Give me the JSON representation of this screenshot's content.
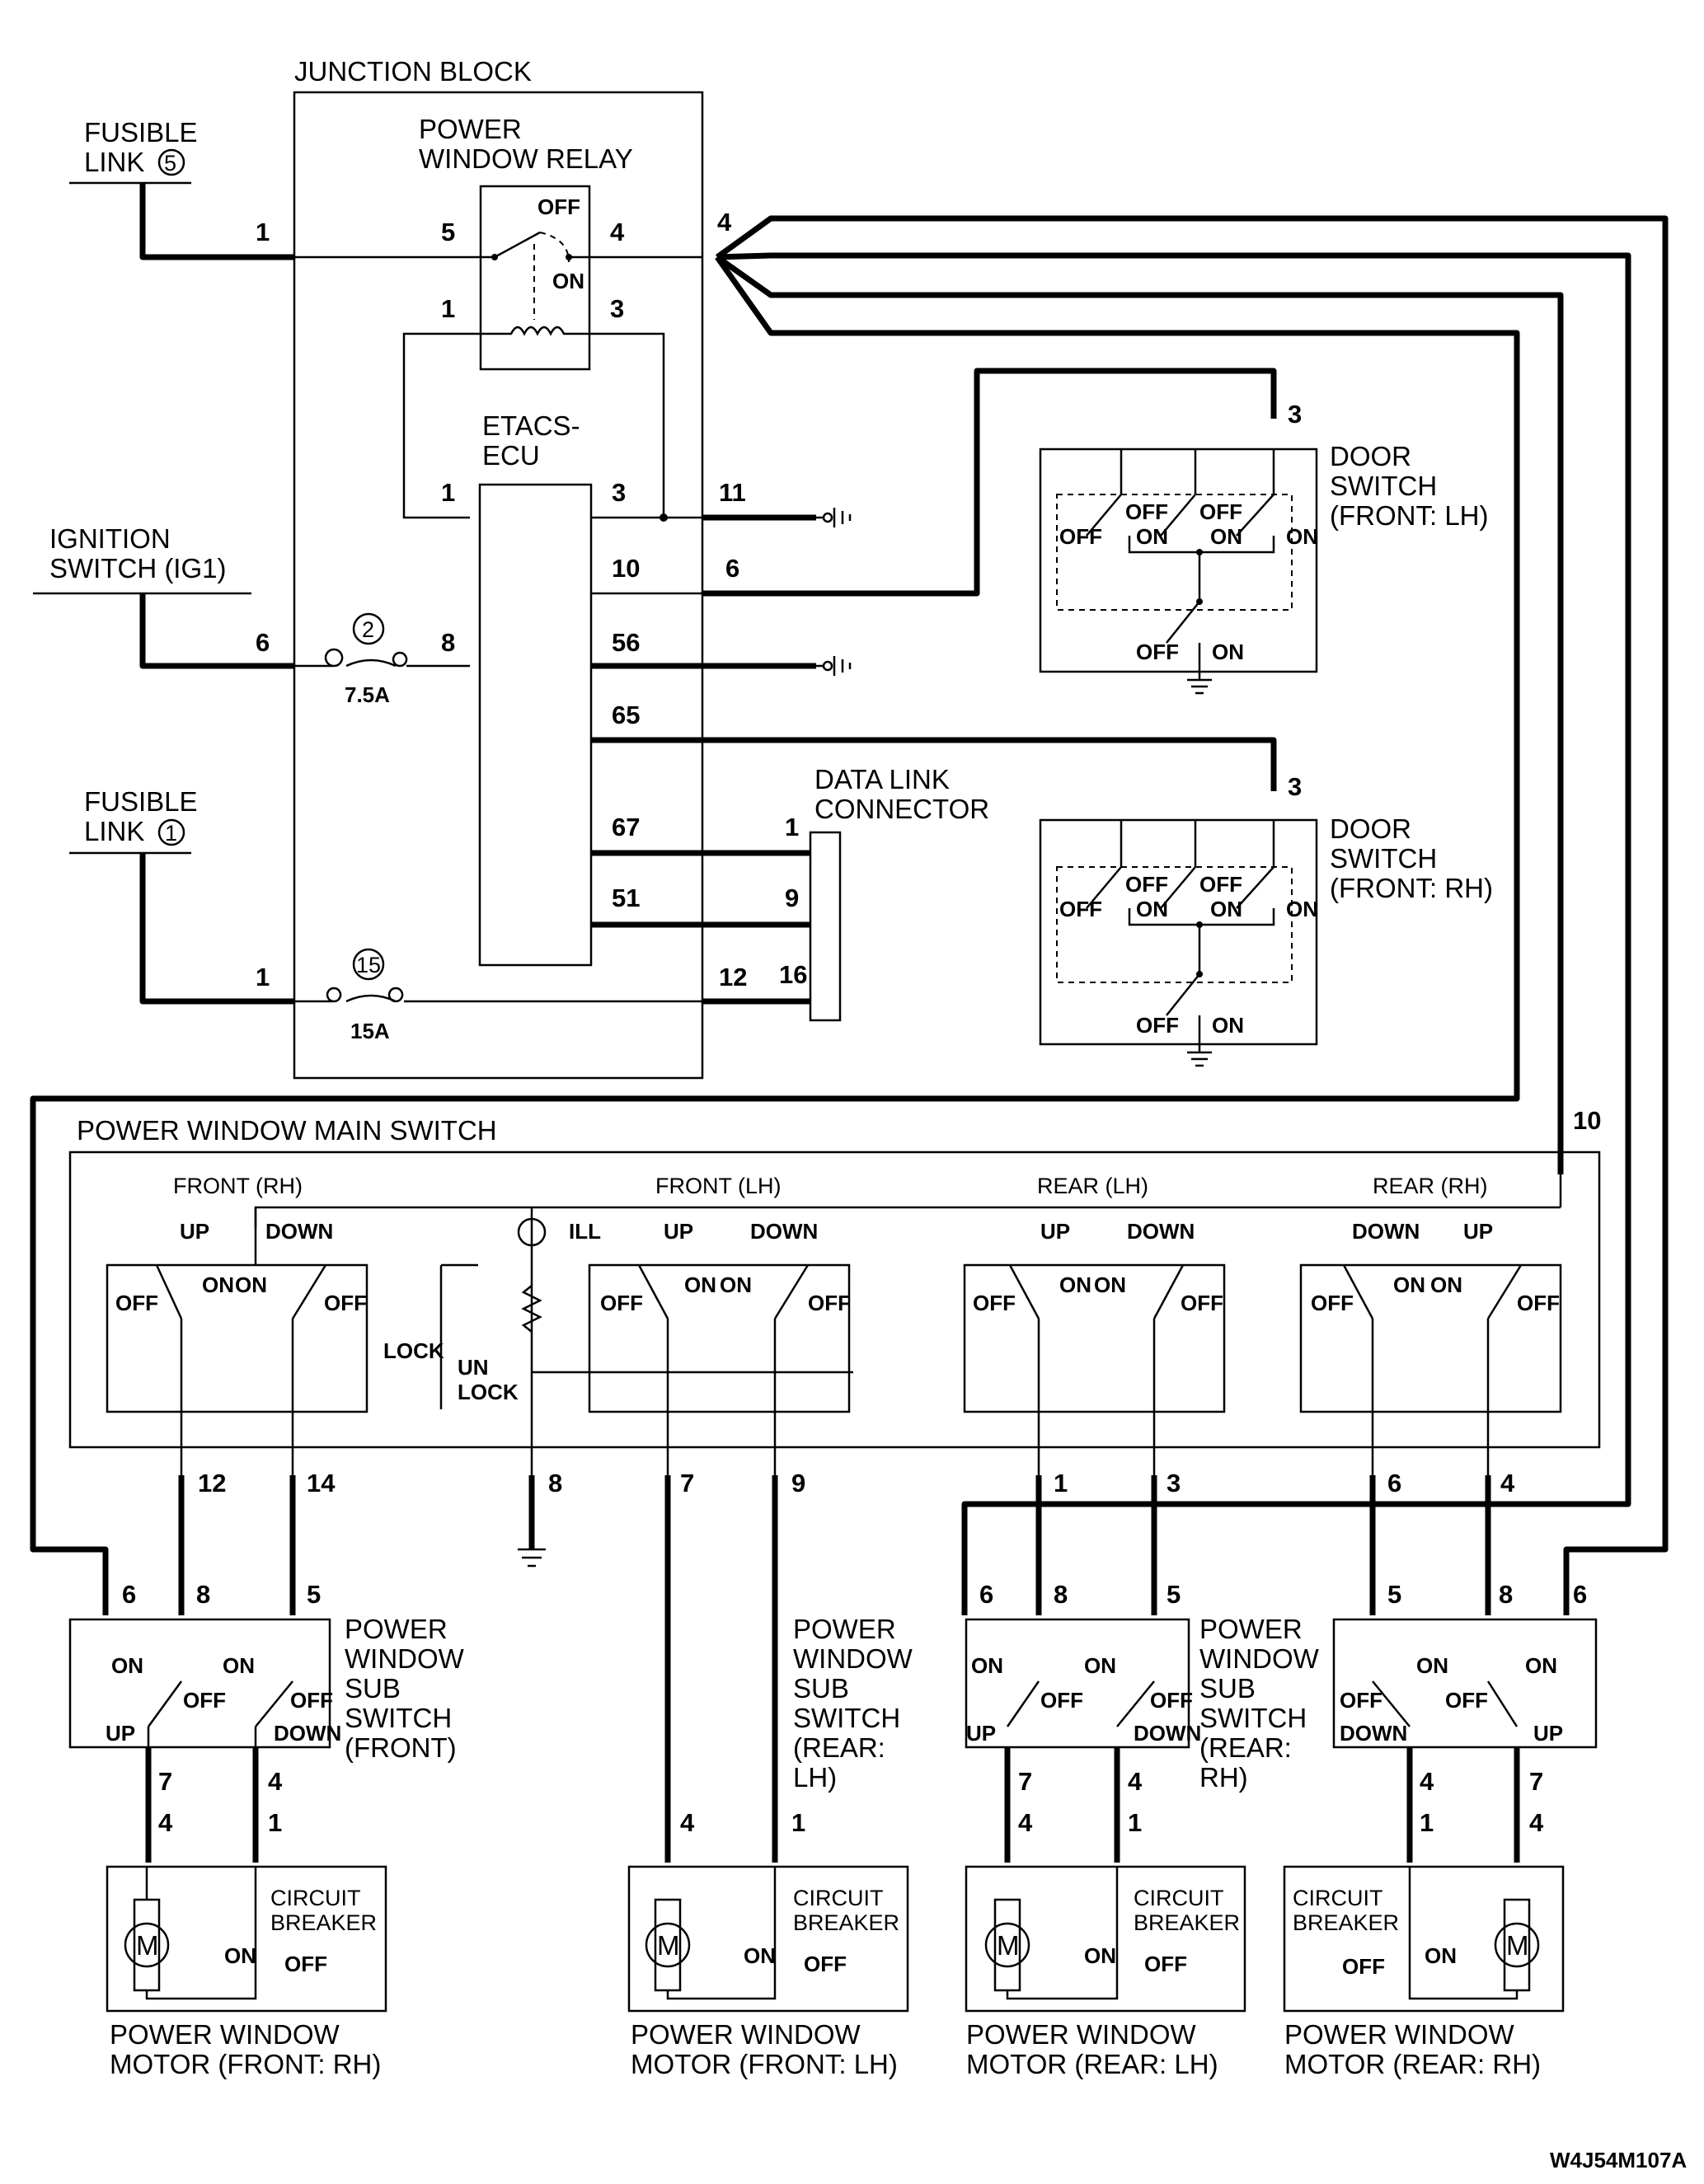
{
  "blocks": {
    "junction_block": "JUNCTION BLOCK",
    "power_window_relay": [
      "POWER",
      "WINDOW RELAY"
    ],
    "etacs_ecu": [
      "ETACS-",
      "ECU"
    ],
    "data_link_connector": [
      "DATA LINK",
      "CONNECTOR"
    ],
    "door_switch_lh": [
      "DOOR",
      "SWITCH",
      "(FRONT: LH)"
    ],
    "door_switch_rh": [
      "DOOR",
      "SWITCH",
      "(FRONT: RH)"
    ],
    "main_switch": "POWER WINDOW MAIN SWITCH",
    "sub_front": [
      "POWER",
      "WINDOW",
      "SUB",
      "SWITCH",
      "(FRONT)"
    ],
    "sub_rear_lh": [
      "POWER",
      "WINDOW",
      "SUB",
      "SWITCH",
      "(REAR:",
      "LH)"
    ],
    "sub_rear_rh": [
      "POWER",
      "WINDOW",
      "SUB",
      "SWITCH",
      "(REAR:",
      "RH)"
    ],
    "motor_front_rh": [
      "POWER WINDOW",
      "MOTOR (FRONT: RH)"
    ],
    "motor_front_lh": [
      "POWER WINDOW",
      "MOTOR (FRONT: LH)"
    ],
    "motor_rear_lh": [
      "POWER WINDOW",
      "MOTOR (REAR: LH)"
    ],
    "motor_rear_rh": [
      "POWER WINDOW",
      "MOTOR (REAR: RH)"
    ]
  },
  "sources": {
    "fusible_link_5": [
      "FUSIBLE",
      "LINK",
      "5"
    ],
    "ignition_switch": [
      "IGNITION",
      "SWITCH (IG1)"
    ],
    "fusible_link_1": [
      "FUSIBLE",
      "LINK",
      "1"
    ]
  },
  "fuses": {
    "fuse_2": {
      "number": "2",
      "rating": "7.5A"
    },
    "fuse_15": {
      "number": "15",
      "rating": "15A"
    }
  },
  "main_switch_sections": [
    "FRONT (RH)",
    "FRONT (LH)",
    "REAR (LH)",
    "REAR (RH)"
  ],
  "switch_states": {
    "off": "OFF",
    "on": "ON",
    "up": "UP",
    "down": "DOWN",
    "lock": "LOCK",
    "unlock": [
      "UN",
      "LOCK"
    ],
    "ill": "ILL"
  },
  "circuit_breaker": [
    "CIRCUIT",
    "BREAKER"
  ],
  "motor_symbol": "M",
  "pins": {
    "jb_in_fl5": "1",
    "relay_5": "5",
    "relay_4": "4",
    "jb_out_4": "4",
    "relay_coil_1": "1",
    "relay_coil_3": "3",
    "ecu_1": "1",
    "ecu_3": "3",
    "jb_11": "11",
    "ecu_10": "10",
    "jb_6_out": "6",
    "jb_in_ig": "6",
    "ecu_8": "8",
    "ecu_56": "56",
    "ecu_65": "65",
    "ecu_67": "67",
    "ecu_51": "51",
    "dlc_1": "1",
    "dlc_9": "9",
    "jb_in_fl1": "1",
    "jb_12": "12",
    "dlc_16": "16",
    "door_lh_3": "3",
    "door_rh_3": "3",
    "main_10": "10",
    "main_12": "12",
    "main_14": "14",
    "main_8": "8",
    "main_7": "7",
    "main_9": "9",
    "main_1": "1",
    "main_3": "3",
    "main_6": "6",
    "main_4": "4",
    "subf_6": "6",
    "subf_8": "8",
    "subf_5": "5",
    "subf_7": "7",
    "subf_4": "4",
    "subrl_6": "6",
    "subrl_8": "8",
    "subrl_5": "5",
    "subrl_7": "7",
    "subrl_4": "4",
    "subrr_5": "5",
    "subrr_8": "8",
    "subrr_6": "6",
    "subrr_4": "4",
    "subrr_7": "7",
    "motfr_4": "4",
    "motfr_1": "1",
    "motfl_4": "4",
    "motfl_1": "1",
    "motrl_4": "4",
    "motrl_1": "1",
    "motrr_1": "1",
    "motrr_4": "4"
  },
  "diagram_code": "W4J54M107A"
}
